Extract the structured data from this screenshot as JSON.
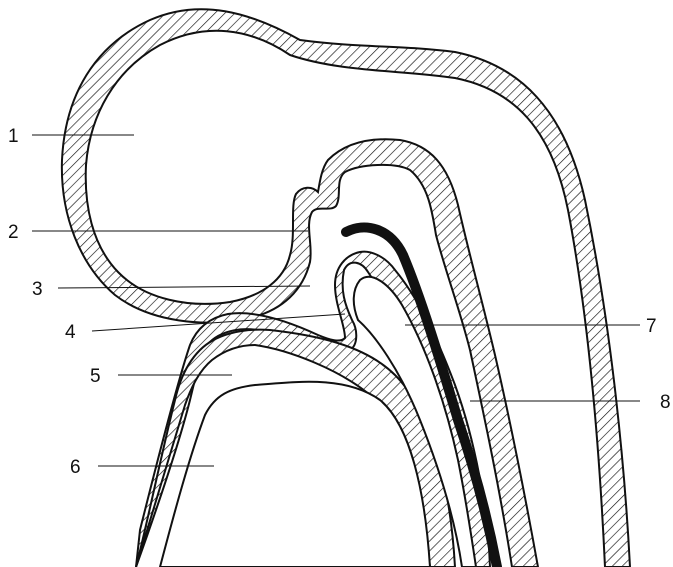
{
  "labels": {
    "l1": "1",
    "l2": "2",
    "l3": "3",
    "l4": "4",
    "l5": "5",
    "l6": "6",
    "l7": "7",
    "l8": "8"
  },
  "colors": {
    "stroke": "#111111",
    "hatch": "#111111",
    "fill_background": "#ffffff",
    "tube": "#111111"
  }
}
